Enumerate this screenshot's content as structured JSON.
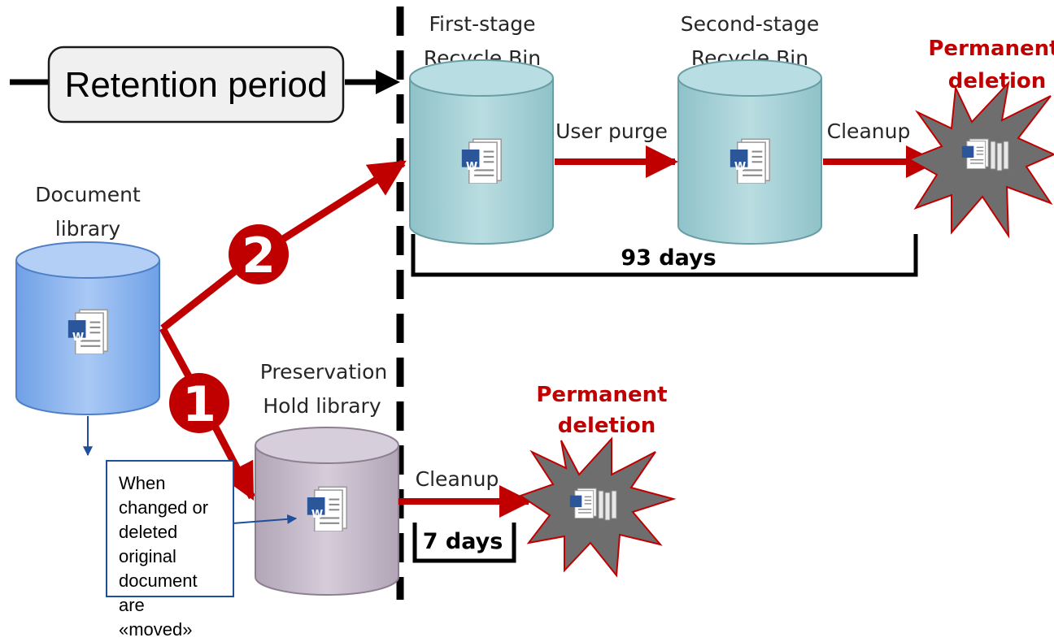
{
  "labels": {
    "retention_period": "Retention period",
    "first_stage_line1": "First-stage",
    "first_stage_line2": "Recycle Bin",
    "second_stage_line1": "Second-stage",
    "second_stage_line2": "Recycle Bin",
    "document_library_line1": "Document",
    "document_library_line2": "library",
    "preservation_line1": "Preservation",
    "preservation_line2": "Hold library",
    "user_purge": "User purge",
    "cleanup_top": "Cleanup",
    "cleanup_bottom": "Cleanup",
    "days_93": "93 days",
    "days_7": "7 days",
    "permanent_top_line1": "Permanent",
    "permanent_top_line2": "deletion",
    "permanent_bottom_line1": "Permanent",
    "permanent_bottom_line2": "deletion",
    "step_1": "1",
    "step_2": "2",
    "word_glyph": "W"
  },
  "note": {
    "text": "When changed or deleted original document are «moved»"
  },
  "colors": {
    "arrow_red": "#c00000",
    "recycle_bin_teal": "#9fcdd3",
    "document_library_blue": "#8fb8f0",
    "preservation_purple": "#c4b9c9",
    "starburst_gray": "#6e6e6e",
    "note_border": "#1f4e9a"
  }
}
